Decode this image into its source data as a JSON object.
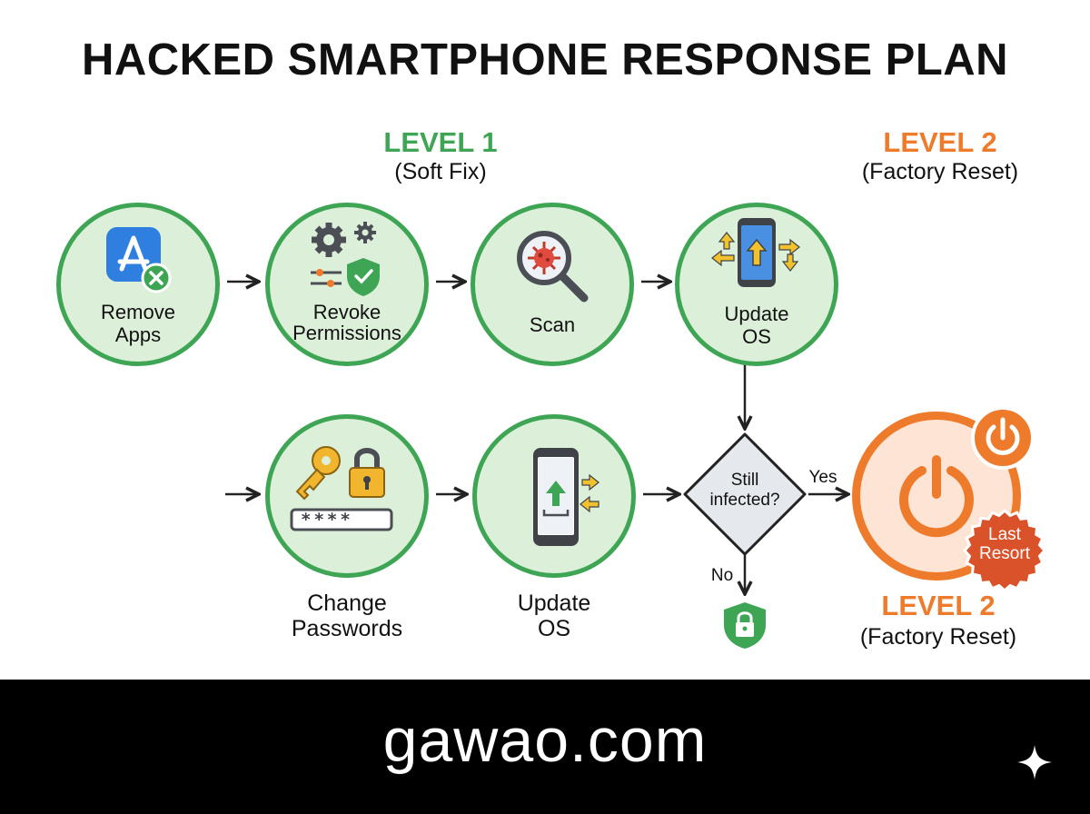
{
  "title": "HACKED SMARTPHONE RESPONSE PLAN",
  "level1": {
    "label": "LEVEL 1",
    "sub": "(Soft Fix)"
  },
  "level2_top": {
    "label": "LEVEL 2",
    "sub": "(Factory Reset)"
  },
  "level2_bottom": {
    "label": "LEVEL 2",
    "sub": "(Factory Reset)"
  },
  "steps": {
    "remove_apps": {
      "line1": "Remove",
      "line2": "Apps"
    },
    "revoke_permissions": {
      "line1": "Revoke",
      "line2": "Permissions"
    },
    "scan": {
      "line1": "Scan"
    },
    "update_os_top": {
      "line1": "Update",
      "line2": "OS"
    },
    "change_passwords": {
      "line1": "Change",
      "line2": "Passwords",
      "field": "****"
    },
    "update_os_bottom": {
      "line1": "Update",
      "line2": "OS"
    }
  },
  "decision": {
    "line1": "Still",
    "line2": "infected?",
    "yes": "Yes",
    "no": "No"
  },
  "reset_badge": {
    "line1": "Last",
    "line2": "Resort"
  },
  "footer": {
    "site": "gawao.com"
  },
  "colors": {
    "green": "#3ea555",
    "green_fill": "#dcefd8",
    "orange": "#ee7a2b",
    "reset_fill": "#fde4d4",
    "badge": "#d9522a",
    "diamond": "#e5e8ec"
  }
}
